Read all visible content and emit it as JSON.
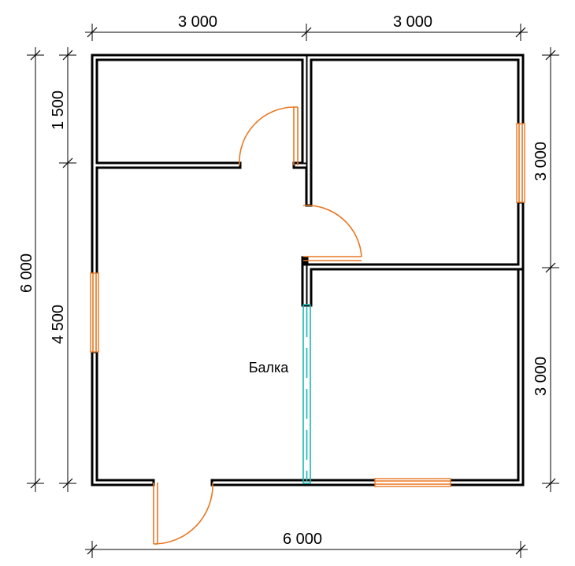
{
  "plan": {
    "dimensions": {
      "top_left": "3 000",
      "top_right": "3 000",
      "bottom": "6 000",
      "left_total": "6 000",
      "left_top": "1 500",
      "left_bottom": "4 500",
      "right_top": "3 000",
      "right_bottom": "3 000"
    },
    "beam_label": "Балка",
    "colors": {
      "walls": "#000000",
      "openings": "#e87722",
      "beam": "#19b5b5"
    }
  }
}
